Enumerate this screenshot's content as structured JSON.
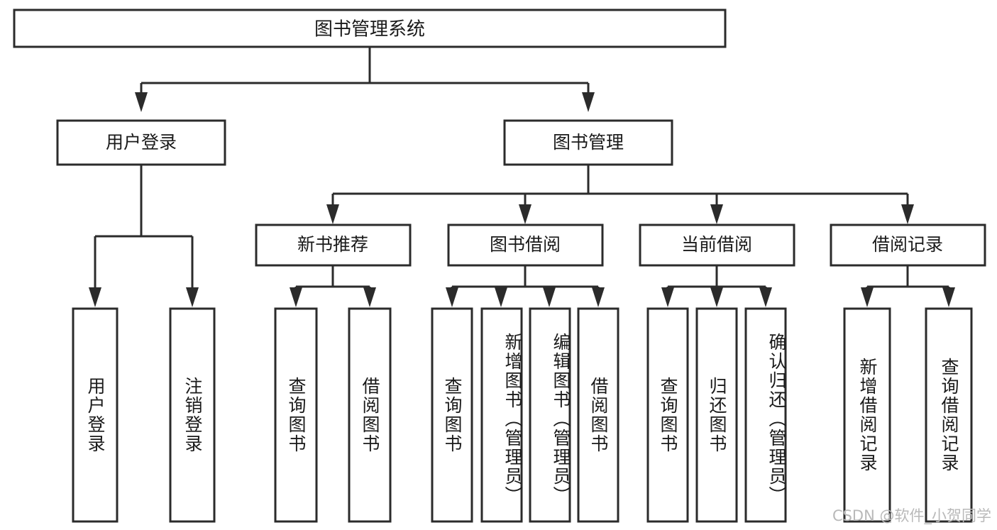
{
  "diagram": {
    "type": "tree",
    "title": "图书管理系统",
    "watermark": "CSDN @软件_小贺同学",
    "colors": {
      "stroke": "#2b2b2b",
      "fill": "#ffffff",
      "text": "#1a1a1a",
      "watermark": "#b9b9b9",
      "background": "#ffffff"
    },
    "levels": {
      "root": {
        "label": "图书管理系统"
      },
      "level2": [
        {
          "label": "用户登录"
        },
        {
          "label": "图书管理"
        }
      ],
      "level3": [
        {
          "label": "新书推荐"
        },
        {
          "label": "图书借阅"
        },
        {
          "label": "当前借阅"
        },
        {
          "label": "借阅记录"
        }
      ],
      "leaves": [
        {
          "label": "用户登录",
          "parent": "用户登录"
        },
        {
          "label": "注销登录",
          "parent": "用户登录"
        },
        {
          "label": "查询图书",
          "parent": "新书推荐"
        },
        {
          "label": "借阅图书",
          "parent": "新书推荐"
        },
        {
          "label": "查询图书",
          "parent": "图书借阅"
        },
        {
          "label": "新增图书（管理员）",
          "parent": "图书借阅"
        },
        {
          "label": "编辑图书（管理员）",
          "parent": "图书借阅"
        },
        {
          "label": "借阅图书",
          "parent": "图书借阅"
        },
        {
          "label": "查询图书",
          "parent": "当前借阅"
        },
        {
          "label": "归还图书",
          "parent": "当前借阅"
        },
        {
          "label": "确认归还（管理员）",
          "parent": "当前借阅"
        },
        {
          "label": "新增借阅记录",
          "parent": "借阅记录"
        },
        {
          "label": "查询借阅记录",
          "parent": "借阅记录"
        }
      ]
    }
  }
}
